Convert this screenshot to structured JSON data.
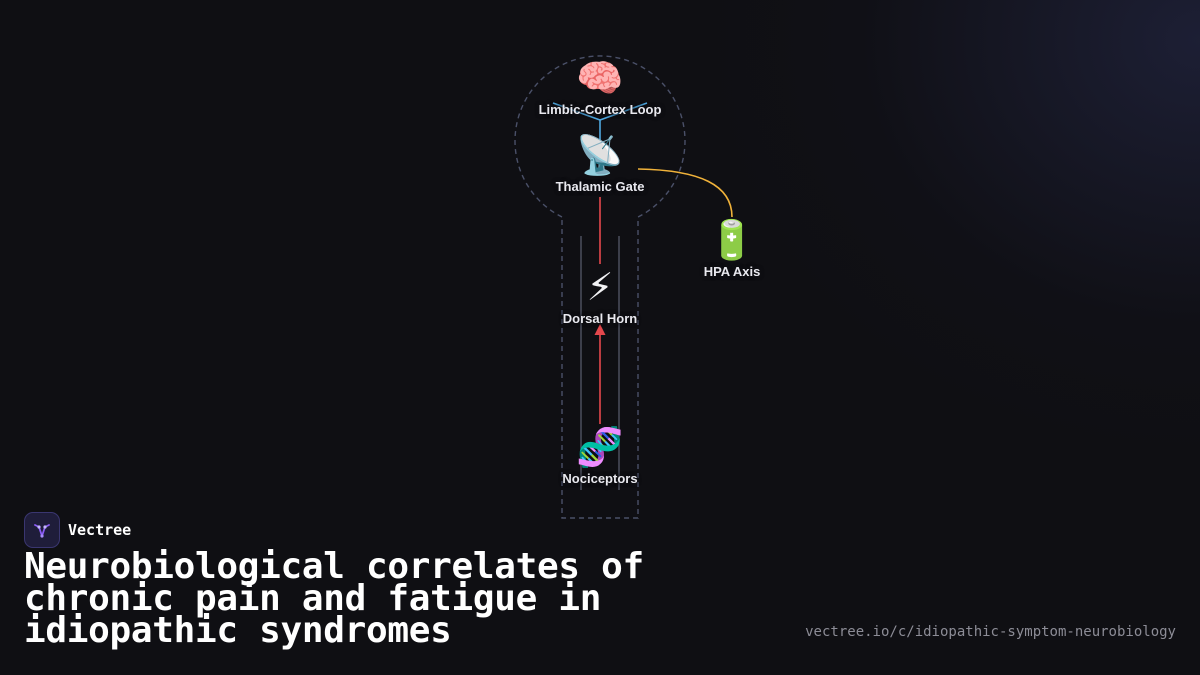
{
  "diagram": {
    "nodes": [
      {
        "id": "limbic",
        "icon": "🧠",
        "icon_name": "brain-icon",
        "label": "Limbic-Cortex Loop"
      },
      {
        "id": "thalamic",
        "icon": "📡",
        "icon_name": "satellite-dish-icon",
        "label": "Thalamic Gate"
      },
      {
        "id": "hpa",
        "icon": "🔋",
        "icon_name": "battery-icon",
        "label": "HPA Axis"
      },
      {
        "id": "dorsal",
        "icon": "⚡",
        "icon_name": "lightning-icon",
        "label": "Dorsal Horn"
      },
      {
        "id": "nociceptors",
        "icon": "🧬",
        "icon_name": "dna-icon",
        "label": "Nociceptors"
      }
    ],
    "edges": [
      {
        "from": "nociceptors",
        "to": "dorsal",
        "color": "#e5484d"
      },
      {
        "from": "dorsal",
        "to": "thalamic",
        "color": "#e5484d"
      },
      {
        "from": "thalamic",
        "to": "limbic",
        "color": "#4fa8e0"
      },
      {
        "from": "thalamic",
        "to": "hpa",
        "color": "#f0b23a"
      }
    ],
    "colors": {
      "outline": "#4a5068",
      "spine": "#5a5f70",
      "pain_pathway": "#e5484d",
      "cortical_link": "#4fa8e0",
      "hpa_link": "#f0b23a"
    }
  },
  "brand": {
    "name": "Vectree",
    "logo_icon": "vectree-logo-icon",
    "accent": "#8b5cf6"
  },
  "title": "Neurobiological correlates of chronic pain and fatigue in idiopathic syndromes",
  "url": "vectree.io/c/idiopathic-symptom-neurobiology"
}
